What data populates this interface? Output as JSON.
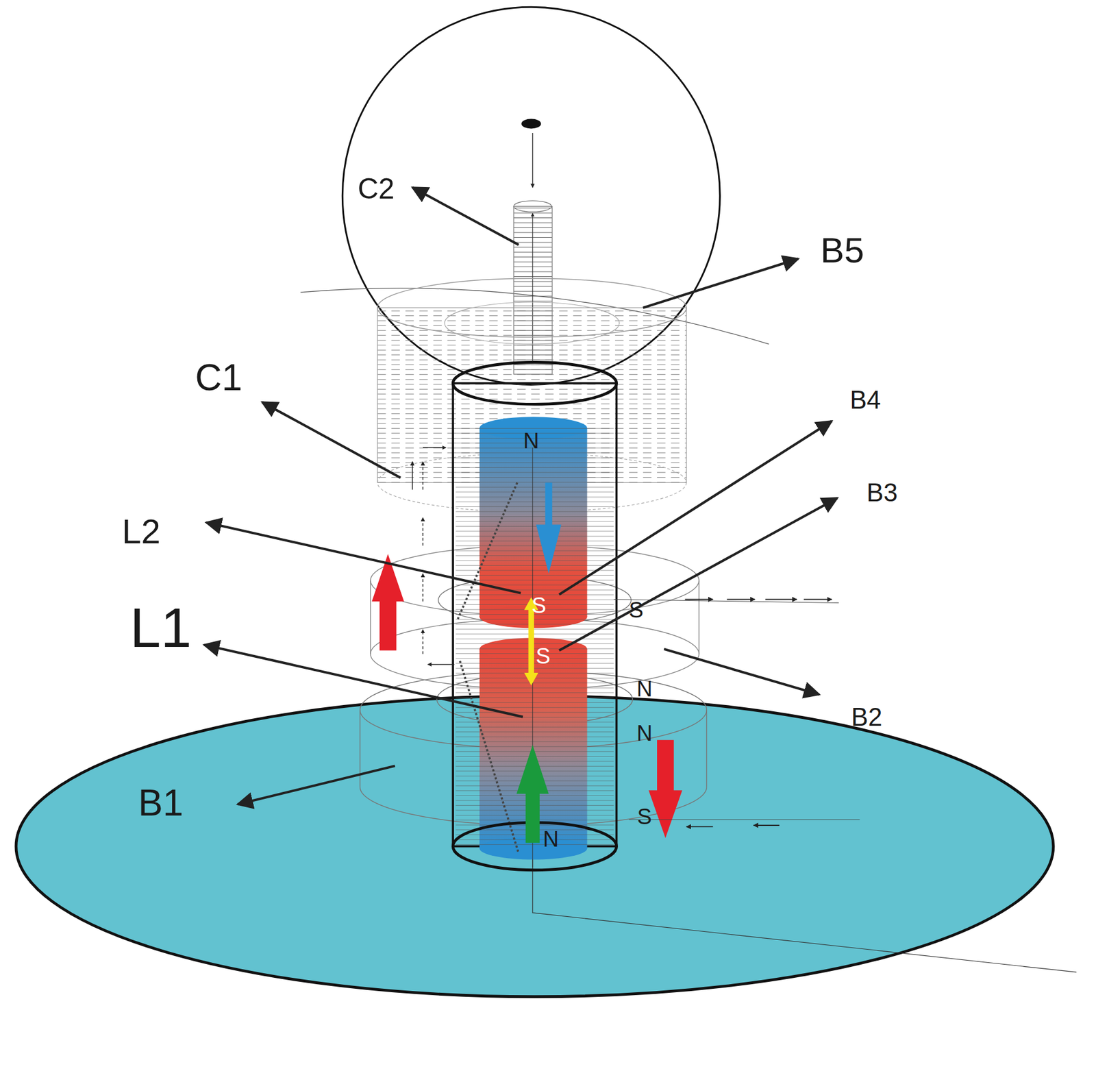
{
  "diagram": {
    "labels": [
      "C2",
      "B5",
      "C1",
      "B4",
      "N",
      "B3",
      "L2",
      "S",
      "S",
      "L1",
      "S",
      "N",
      "B2",
      "N",
      "B1",
      "S",
      "N"
    ]
  }
}
